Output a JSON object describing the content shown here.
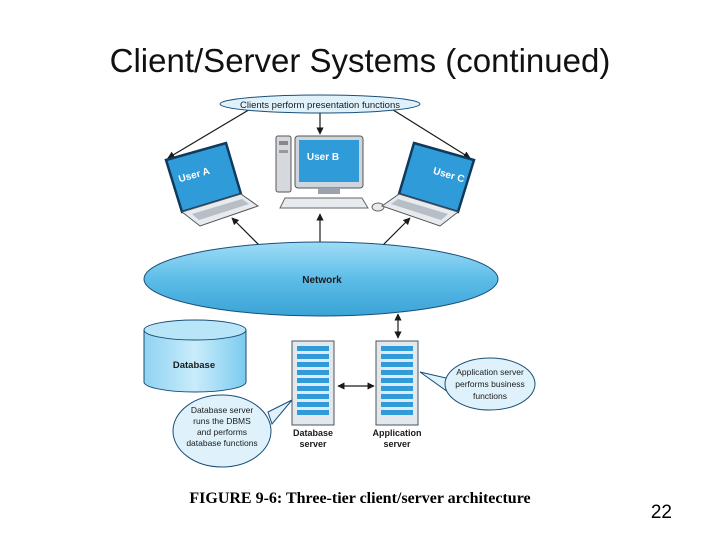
{
  "slide": {
    "title": "Client/Server Systems (continued)",
    "caption": "FIGURE 9-6: Three-tier client/server architecture",
    "page_number": "22"
  },
  "diagram": {
    "top_callout": "Clients perform presentation functions",
    "user_a": "User A",
    "user_b": "User B",
    "user_c": "User C",
    "network": "Network",
    "database": "Database",
    "db_callout_lines": [
      "Database server",
      "runs the DBMS",
      "and performs",
      "database functions"
    ],
    "app_callout_lines": [
      "Application server",
      "performs business",
      "functions"
    ],
    "db_server_lines": [
      "Database",
      "server"
    ],
    "app_server_lines": [
      "Application",
      "server"
    ]
  },
  "colors": {
    "network_fill": "#66c4ec",
    "callout_fill": "#dff2fb",
    "stroke": "#1a4f7a",
    "screen": "#2f9bd8"
  }
}
